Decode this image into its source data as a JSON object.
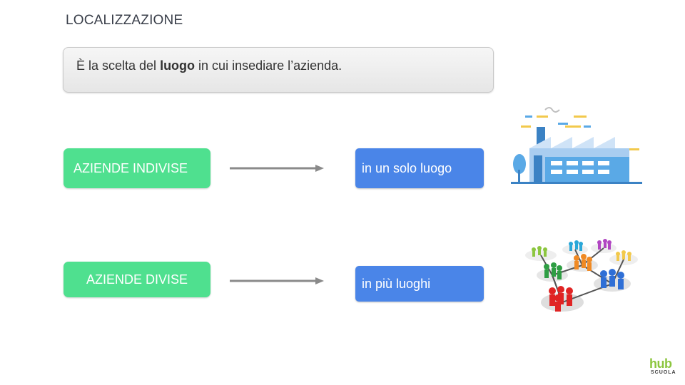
{
  "slide": {
    "title": "LOCALIZZAZIONE",
    "definition": {
      "prefix": "È la scelta del ",
      "emphasis": "luogo",
      "suffix": " in cui insediare l’azienda."
    }
  },
  "rows": [
    {
      "label": "AZIENDE INDIVISE",
      "result": "in un solo luogo",
      "image": "factory-illustration"
    },
    {
      "label": "AZIENDE DIVISE",
      "result": "in più luoghi",
      "image": "people-network-illustration"
    }
  ],
  "logo": {
    "main": "hub",
    "sub": "SCUOLA"
  },
  "colors": {
    "label_green": "#4fe08f",
    "result_blue": "#4a85e8",
    "arrow_gray": "#8a8a8a",
    "logo_green": "#8cc63f"
  }
}
